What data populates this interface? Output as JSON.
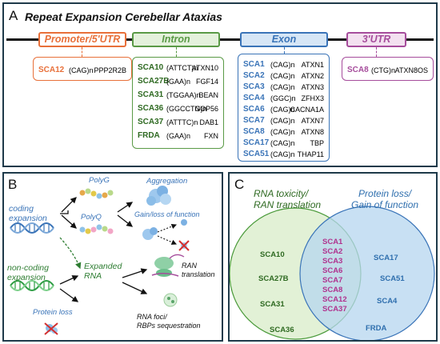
{
  "panel_a": {
    "label": "A",
    "title": "Repeat Expansion Cerebellar Ataxias",
    "regions": {
      "promoter": {
        "label": "Promoter/5'UTR",
        "color": "#e8703a"
      },
      "intron": {
        "label": "Intron",
        "color": "#5a9a46"
      },
      "exon": {
        "label": "Exon",
        "color": "#3a74b8"
      },
      "utr3": {
        "label": "3'UTR",
        "color": "#a64d9c"
      }
    },
    "promoter_rows": [
      {
        "gene": "SCA12",
        "repeat": "(CAG)n",
        "protein": "PPP2R2B"
      }
    ],
    "intron_rows": [
      {
        "gene": "SCA10",
        "repeat": "(ATTCT)n",
        "protein": "ATXN10"
      },
      {
        "gene": "SCA27B",
        "repeat": "(GAA)n",
        "protein": "FGF14"
      },
      {
        "gene": "SCA31",
        "repeat": "(TGGAA)n",
        "protein": "BEAN"
      },
      {
        "gene": "SCA36",
        "repeat": "(GGCCTG)n",
        "protein": "NOP56"
      },
      {
        "gene": "SCA37",
        "repeat": "(ATTTC)n",
        "protein": "DAB1"
      },
      {
        "gene": "FRDA",
        "repeat": "(GAA)n",
        "protein": "FXN"
      }
    ],
    "exon_rows": [
      {
        "gene": "SCA1",
        "repeat": "(CAG)n",
        "protein": "ATXN1"
      },
      {
        "gene": "SCA2",
        "repeat": "(CAG)n",
        "protein": "ATXN2"
      },
      {
        "gene": "SCA3",
        "repeat": "(CAG)n",
        "protein": "ATXN3"
      },
      {
        "gene": "SCA4",
        "repeat": "(GGC)n",
        "protein": "ZFHX3"
      },
      {
        "gene": "SCA6",
        "repeat": "(CAG)n",
        "protein": "CACNA1A"
      },
      {
        "gene": "SCA7",
        "repeat": "(CAG)n",
        "protein": "ATXN7"
      },
      {
        "gene": "SCA8",
        "repeat": "(CAG)n",
        "protein": "ATXN8"
      },
      {
        "gene": "SCA17",
        "repeat": "(CAG)n",
        "protein": "TBP"
      },
      {
        "gene": "SCA51",
        "repeat": "(CAG)n",
        "protein": "THAP11"
      }
    ],
    "utr3_rows": [
      {
        "gene": "SCA8",
        "repeat": "(CTG)n",
        "protein": "ATXN8OS"
      }
    ]
  },
  "panel_b": {
    "label": "B",
    "coding_expansion": "coding\nexpansion",
    "noncoding_expansion": "non-coding\nexpansion",
    "polyg": "PolyG",
    "polyq": "PolyQ",
    "aggregation": "Aggregation",
    "gain_loss": "Gain/loss of function",
    "expanded_rna": "Expanded\nRNA",
    "ran_translation": "RAN\ntranslation",
    "protein_loss": "Protein loss",
    "rna_foci": "RNA foci/\nRBPs sequestration"
  },
  "panel_c": {
    "label": "C",
    "left_title": "RNA toxicity/\nRAN translation",
    "right_title": "Protein loss/\nGain of function",
    "left_only": [
      "SCA10",
      "SCA27B",
      "SCA31",
      "SCA36"
    ],
    "overlap": [
      "SCA1",
      "SCA2",
      "SCA3",
      "SCA6",
      "SCA7",
      "SCA8",
      "SCA12",
      "SCA37"
    ],
    "right_only": [
      "SCA17",
      "SCA51",
      "SCA4",
      "FRDA"
    ],
    "colors": {
      "left": "#2f6a22",
      "right": "#2f6fae",
      "overlap": "#b0338e"
    }
  }
}
